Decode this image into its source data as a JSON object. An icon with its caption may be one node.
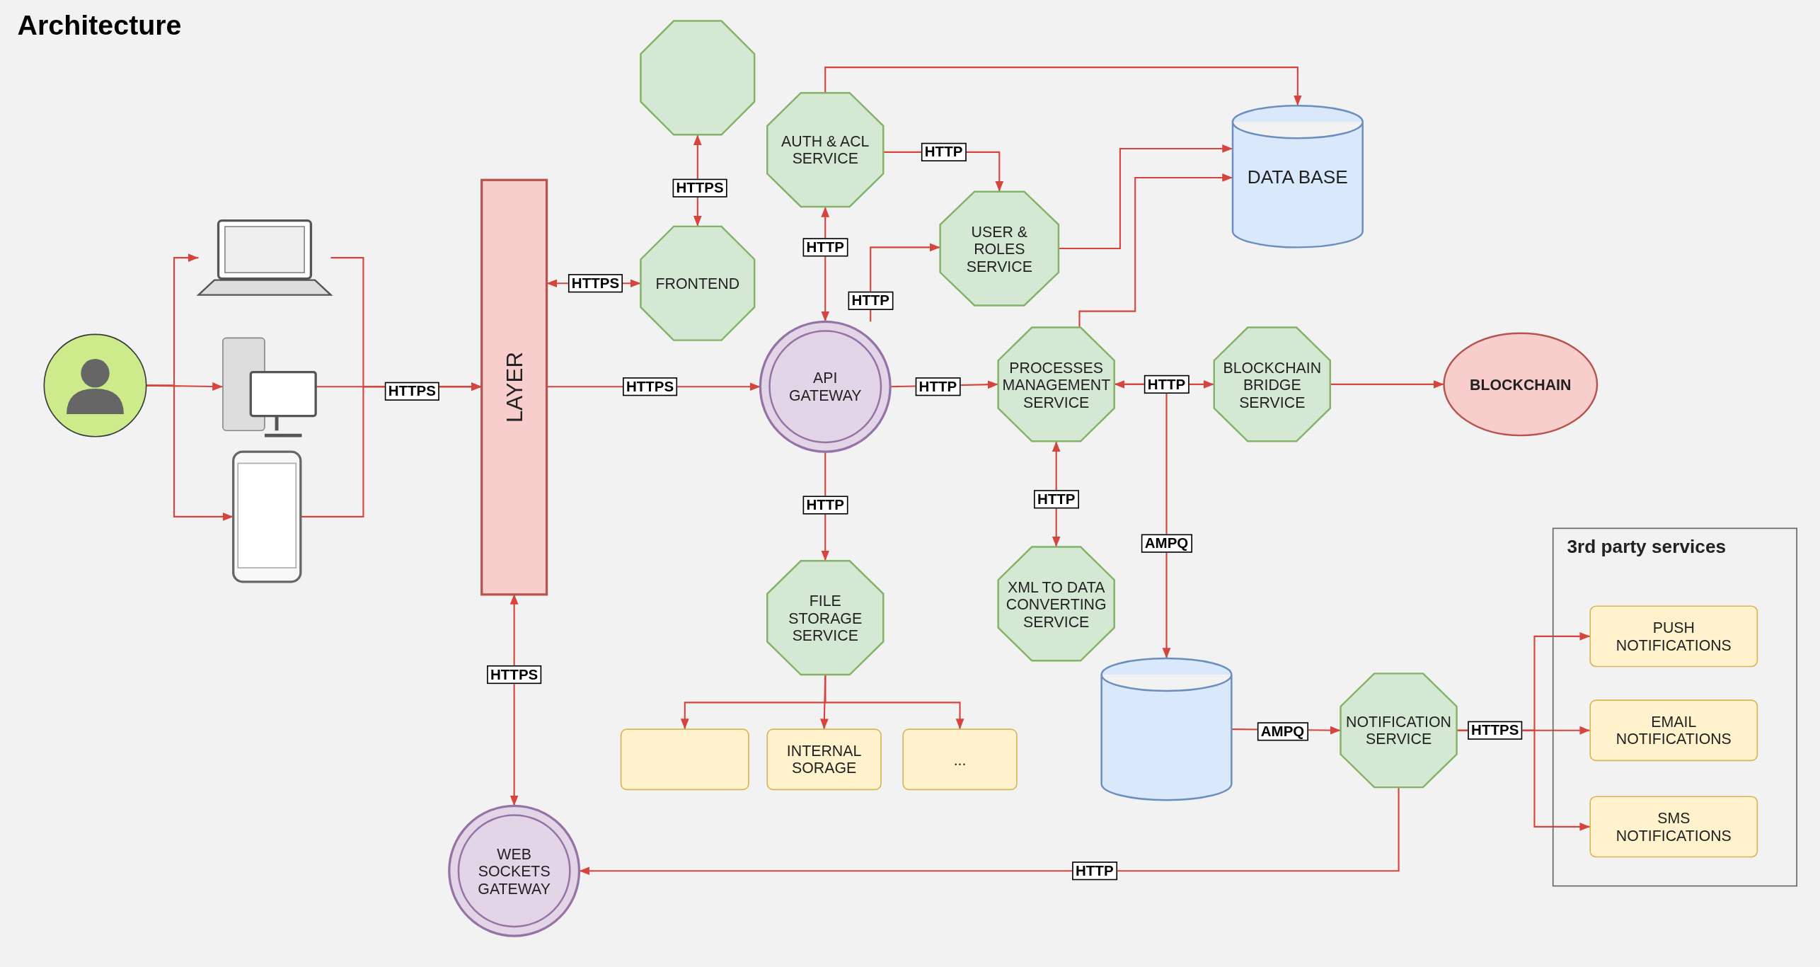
{
  "diagram": {
    "title": "Architecture",
    "nodes": [
      {
        "text": [],
        "shape": "person"
      },
      {
        "text": [],
        "shape": "picture"
      },
      {
        "text": [],
        "shape": "picture"
      },
      {
        "text": [],
        "shape": "picture"
      },
      {
        "text": [
          "LAYER"
        ]
      },
      {
        "text": [],
        "shape": "octagon"
      },
      {
        "text": [
          "FRONTEND"
        ]
      },
      {
        "text": [
          "AUTH & ACL SERVICE"
        ]
      },
      {
        "text": [
          "USER & ROLES SERVICE"
        ]
      },
      {
        "text": [
          "DATA BASE"
        ]
      },
      {
        "text": [
          "API GATEWAY"
        ]
      },
      {
        "text": [
          "PROCESSES MANAGEMENT SERVICE"
        ]
      },
      {
        "text": [
          "BLOCKCHAIN BRIDGE SERVICE"
        ]
      },
      {
        "text": [
          "BLOCKCHAIN"
        ]
      },
      {
        "text": [
          "XML TO DATA CONVERTING SERVICE"
        ]
      },
      {
        "text": [
          "FILE STORAGE SERVICE"
        ]
      },
      {
        "text": [
          "3rd party services"
        ]
      },
      {
        "text": [
          "PUSH NOTIFICATIONS"
        ],
        "in": 16
      },
      {
        "text": [
          "EMAIL NOTIFICATIONS"
        ],
        "in": 16
      },
      {
        "text": [
          "SMS NOTIFICATIONS"
        ],
        "in": 16
      },
      {
        "text": [],
        "shape": "box"
      },
      {
        "text": [
          "INTERNAL SORAGE"
        ]
      },
      {
        "text": [
          "..."
        ]
      },
      {
        "text": [],
        "shape": "cylinder"
      },
      {
        "text": [
          "NOTIFICATION SERVICE"
        ]
      },
      {
        "text": [
          "WEB SOCKETS GATEWAY"
        ]
      }
    ],
    "edges": [
      {
        "from": 0,
        "to": 1,
        "arrow": "to"
      },
      {
        "from": 0,
        "to": 2,
        "arrow": "to"
      },
      {
        "from": 0,
        "to": 3,
        "arrow": "to"
      },
      {
        "from": 1,
        "to": 4,
        "arrow": "to"
      },
      {
        "from": 2,
        "to": 4,
        "arrow": "to",
        "label": "HTTPS"
      },
      {
        "from": 3,
        "to": 4,
        "arrow": "to"
      },
      {
        "from": 4,
        "to": 6,
        "arrow": "both",
        "label": "HTTPS"
      },
      {
        "from": 4,
        "to": 10,
        "arrow": "to",
        "label": "HTTPS"
      },
      {
        "from": 6,
        "to": 5,
        "arrow": "both",
        "label": "HTTPS"
      },
      {
        "from": 10,
        "to": 7,
        "arrow": "both",
        "label": "HTTP"
      },
      {
        "from": 7,
        "to": 8,
        "arrow": "to",
        "label": "HTTP"
      },
      {
        "from": 7,
        "to": 9,
        "arrow": "to"
      },
      {
        "from": 10,
        "to": 8,
        "arrow": "to",
        "label": "HTTP"
      },
      {
        "from": 8,
        "to": 9,
        "arrow": "to"
      },
      {
        "from": 11,
        "to": 9,
        "arrow": "to"
      },
      {
        "from": 10,
        "to": 11,
        "arrow": "to",
        "label": "HTTP"
      },
      {
        "from": 11,
        "to": 12,
        "arrow": "both",
        "label": "HTTP"
      },
      {
        "from": 12,
        "to": 13,
        "arrow": "to"
      },
      {
        "from": 11,
        "to": 14,
        "arrow": "both",
        "label": "HTTP"
      },
      {
        "from": 10,
        "to": 15,
        "arrow": "to",
        "label": "HTTP"
      },
      {
        "from": 15,
        "to": 20,
        "arrow": "to"
      },
      {
        "from": 15,
        "to": 21,
        "arrow": "to"
      },
      {
        "from": 15,
        "to": 22,
        "arrow": "to"
      },
      {
        "from": 11,
        "to": 23,
        "arrow": "to",
        "label": "AMPQ"
      },
      {
        "from": 23,
        "to": 24,
        "arrow": "to",
        "label": "AMPQ"
      },
      {
        "from": 24,
        "to": 17,
        "arrow": "to"
      },
      {
        "from": 24,
        "to": 18,
        "arrow": "to",
        "label": "HTTPS"
      },
      {
        "from": 24,
        "to": 19,
        "arrow": "to"
      },
      {
        "from": 24,
        "to": 25,
        "arrow": "to",
        "label": "HTTP"
      },
      {
        "from": 4,
        "to": 25,
        "arrow": "both",
        "label": "HTTPS"
      }
    ]
  }
}
